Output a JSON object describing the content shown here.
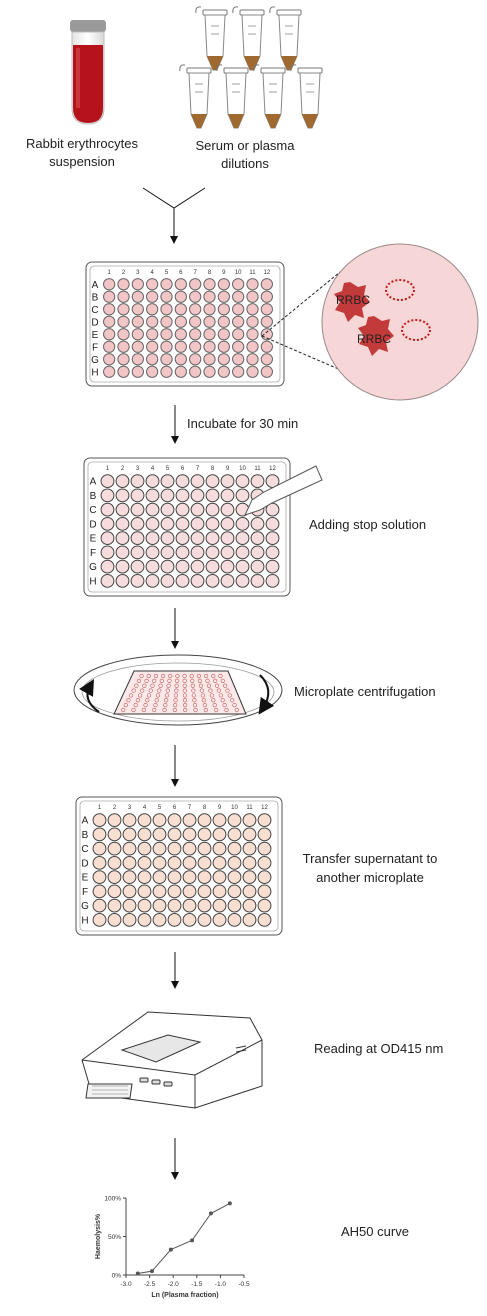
{
  "labels": {
    "erythrocytes": [
      "Rabbit erythrocytes",
      "suspension"
    ],
    "serum": [
      "Serum  or plasma",
      "dilutions"
    ],
    "incubate": "Incubate for 30 min",
    "stop": "Adding stop solution",
    "centrifuge": "Microplate centrifugation",
    "transfer": [
      "Transfer supernatant to",
      "another  microplate"
    ],
    "reading": "Reading at OD415 nm",
    "curve": "AH50 curve"
  },
  "plate": {
    "rows": [
      "A",
      "B",
      "C",
      "D",
      "E",
      "F",
      "G",
      "H"
    ],
    "cols": [
      "1",
      "2",
      "3",
      "4",
      "5",
      "6",
      "7",
      "8",
      "9",
      "10",
      "11",
      "12"
    ]
  },
  "zoom": {
    "cell_label": "RRBC"
  },
  "colors": {
    "blood": "#b5121b",
    "serum": "#a0692f",
    "well_pink": "#f2c6c6",
    "well_light": "#f6dcdc",
    "well_peach": "#f9dfd2",
    "zoom_bg": "#f6d6d6",
    "cell": "#c23a3a"
  },
  "chart_data": {
    "type": "line",
    "title": "",
    "xlabel": "Ln (Plasma fraction)",
    "ylabel": "Haemolysis%",
    "xlim": [
      -3.0,
      -0.5
    ],
    "ylim": [
      0,
      100
    ],
    "xticks": [
      "-3.0",
      "-2.5",
      "-2.0",
      "-1.5",
      "-1.0",
      "-0.5"
    ],
    "yticks": [
      "0%",
      "50%",
      "100%"
    ],
    "x": [
      -2.75,
      -2.45,
      -2.05,
      -1.6,
      -1.2,
      -0.8
    ],
    "y": [
      2,
      5,
      33,
      45,
      80,
      93
    ]
  }
}
